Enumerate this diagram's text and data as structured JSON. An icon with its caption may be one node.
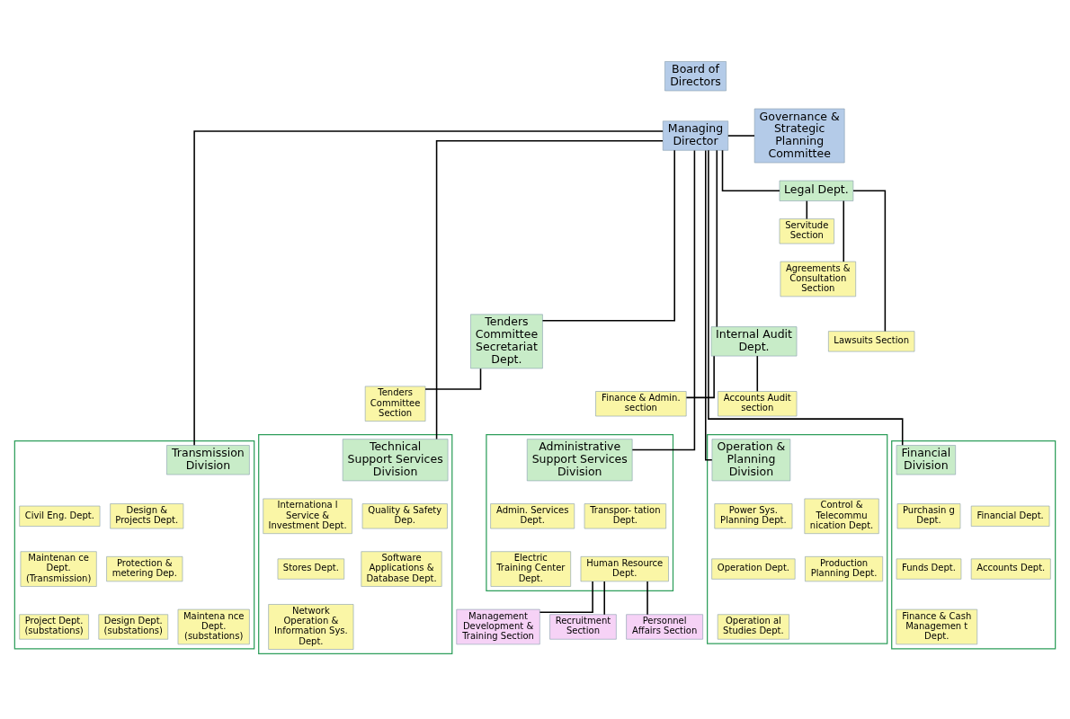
{
  "diagram": {
    "nodes": [
      {
        "text": [
          "Board of Directors"
        ]
      },
      {
        "text": [
          "Managing Director"
        ]
      },
      {
        "text": [
          "Governance & Strategic Planning Committee"
        ]
      },
      {
        "text": [
          "Legal Dept."
        ]
      },
      {
        "text": [
          "Servitude Section"
        ]
      },
      {
        "text": [
          "Agreements & Consultation Section"
        ]
      },
      {
        "text": [
          "Lawsuits Section"
        ]
      },
      {
        "text": [
          "Tenders Committee Secretariat Dept."
        ]
      },
      {
        "text": [
          "Tenders Committee Section"
        ]
      },
      {
        "text": [
          "Internal Audit Dept."
        ]
      },
      {
        "text": [
          "Finance & Admin. section"
        ]
      },
      {
        "text": [
          "Accounts Audit section"
        ]
      },
      {
        "text": [],
        "shape": "box"
      },
      {
        "text": [
          "Transmission Division"
        ],
        "in": 12
      },
      {
        "text": [
          "Civil Eng. Dept."
        ],
        "in": 12
      },
      {
        "text": [
          "Design & Projects Dept."
        ],
        "in": 12
      },
      {
        "text": [
          "Maintenan ce Dept.",
          "(Transmission)"
        ],
        "in": 12
      },
      {
        "text": [
          "Protection & metering Dep."
        ],
        "in": 12
      },
      {
        "text": [
          "Project Dept.",
          "(substations)"
        ],
        "in": 12
      },
      {
        "text": [
          "Design Dept.",
          "(substations)"
        ],
        "in": 12
      },
      {
        "text": [
          "Maintena nce Dept.",
          "(substations)"
        ],
        "in": 12
      },
      {
        "text": [],
        "shape": "box"
      },
      {
        "text": [
          "Technical Support Services Division"
        ],
        "in": 21
      },
      {
        "text": [
          "Internationa l Service & Investment Dept."
        ],
        "in": 21
      },
      {
        "text": [
          "Quality & Safety Dep."
        ],
        "in": 21
      },
      {
        "text": [
          "Stores Dept."
        ],
        "in": 21
      },
      {
        "text": [
          "Software Applications & Database Dept."
        ],
        "in": 21
      },
      {
        "text": [
          "Network Operation & Information Sys. Dept."
        ],
        "in": 21
      },
      {
        "text": [],
        "shape": "box"
      },
      {
        "text": [
          "Administrative Support Services Division"
        ],
        "in": 28
      },
      {
        "text": [
          "Admin. Services Dept."
        ],
        "in": 28
      },
      {
        "text": [
          "Transpor- tation Dept."
        ],
        "in": 28
      },
      {
        "text": [
          "Electric Training Center Dept."
        ],
        "in": 28
      },
      {
        "text": [
          "Human Resource Dept."
        ],
        "in": 28
      },
      {
        "text": [
          "Personnel Affairs Section"
        ]
      },
      {
        "text": [
          "Management Development & Training Section"
        ]
      },
      {
        "text": [
          "Recruitment Section"
        ]
      },
      {
        "text": [],
        "shape": "box"
      },
      {
        "text": [
          "Operation & Planning Division"
        ],
        "in": 37
      },
      {
        "text": [
          "Power Sys. Planning Dept."
        ],
        "in": 37
      },
      {
        "text": [
          "Control & Telecommu nication Dept."
        ],
        "in": 37
      },
      {
        "text": [
          "Operation Dept."
        ],
        "in": 37
      },
      {
        "text": [
          "Production Planning Dept."
        ],
        "in": 37
      },
      {
        "text": [
          "Operation al Studies Dept."
        ],
        "in": 37
      },
      {
        "text": [],
        "shape": "box"
      },
      {
        "text": [
          "Financial Division"
        ],
        "in": 44
      },
      {
        "text": [
          "Purchasin g Dept."
        ],
        "in": 44
      },
      {
        "text": [
          "Financial Dept."
        ],
        "in": 44
      },
      {
        "text": [
          "Funds Dept."
        ],
        "in": 44
      },
      {
        "text": [
          "Accounts Dept."
        ],
        "in": 44
      },
      {
        "text": [
          "Finance & Cash Managemen t Dept."
        ],
        "in": 44
      }
    ],
    "edges": [
      {
        "from": 1,
        "to": 2,
        "arrow": "none"
      },
      {
        "from": 1,
        "to": 3,
        "arrow": "none"
      },
      {
        "from": 3,
        "to": 4,
        "arrow": "none"
      },
      {
        "from": 3,
        "to": 5,
        "arrow": "none"
      },
      {
        "from": 3,
        "to": 6,
        "arrow": "none"
      },
      {
        "from": 1,
        "to": 7,
        "arrow": "none"
      },
      {
        "from": 7,
        "to": 8,
        "arrow": "none"
      },
      {
        "from": 1,
        "to": 9,
        "arrow": "none"
      },
      {
        "from": 9,
        "to": 10,
        "arrow": "none"
      },
      {
        "from": 9,
        "to": 11,
        "arrow": "none"
      },
      {
        "from": 1,
        "to": 13,
        "arrow": "none"
      },
      {
        "from": 1,
        "to": 22,
        "arrow": "none"
      },
      {
        "from": 1,
        "to": 29,
        "arrow": "none"
      },
      {
        "from": 1,
        "to": 38,
        "arrow": "none"
      },
      {
        "from": 1,
        "to": 45,
        "arrow": "none"
      },
      {
        "from": 33,
        "to": 34,
        "arrow": "none"
      },
      {
        "from": 33,
        "to": 35,
        "arrow": "none"
      },
      {
        "from": 33,
        "to": 36,
        "arrow": "none"
      }
    ]
  }
}
